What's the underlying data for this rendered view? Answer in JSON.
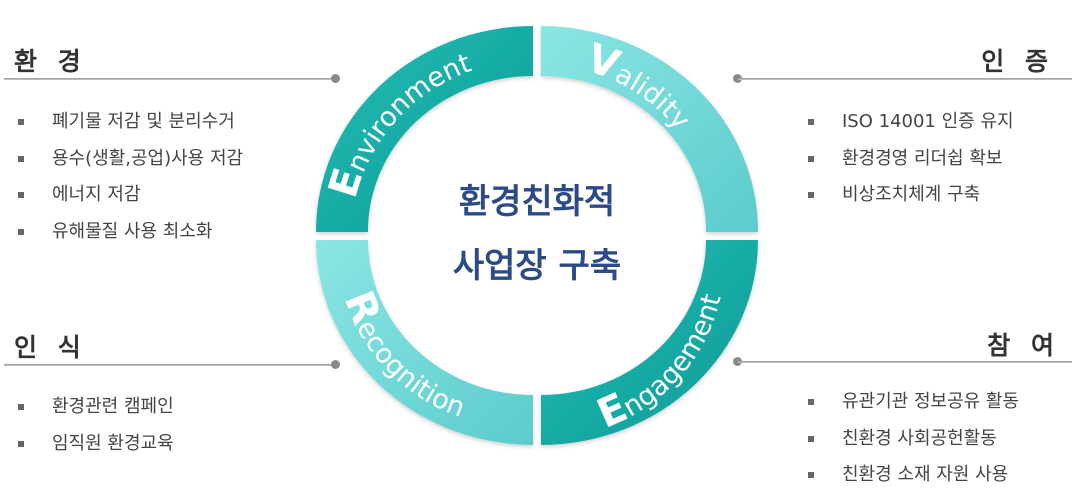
{
  "center": {
    "line1": "환경친화적",
    "line2": "사업장 구축"
  },
  "segments": {
    "environment": {
      "initial": "E",
      "rest": "nvironment"
    },
    "validity": {
      "initial": "V",
      "rest": "alidity"
    },
    "engagement": {
      "initial": "E",
      "rest": "ngagement"
    },
    "recognition": {
      "initial": "R",
      "rest": "ecognition"
    }
  },
  "sections": {
    "environment": {
      "title": "환 경",
      "items": [
        "폐기물 저감 및 분리수거",
        "용수(생활,공업)사용 저감",
        "에너지 저감",
        "유해물질 사용 최소화"
      ]
    },
    "certification": {
      "title": "인 증",
      "items": [
        "ISO 14001 인증 유지",
        "환경경영 리더쉽 확보",
        "비상조치체계 구축"
      ]
    },
    "recognition": {
      "title": "인 식",
      "items": [
        "환경관련 캠페인",
        "임직원 환경교육"
      ]
    },
    "participation": {
      "title": "참 여",
      "items": [
        "유관기관 정보공유 활동",
        "친환경 사회공헌활동",
        "친환경 소재 자원 사용"
      ]
    }
  },
  "colors": {
    "dark_teal": "#17aaa5",
    "light_teal": "#6fd8d8",
    "center_text": "#2c4a86"
  }
}
